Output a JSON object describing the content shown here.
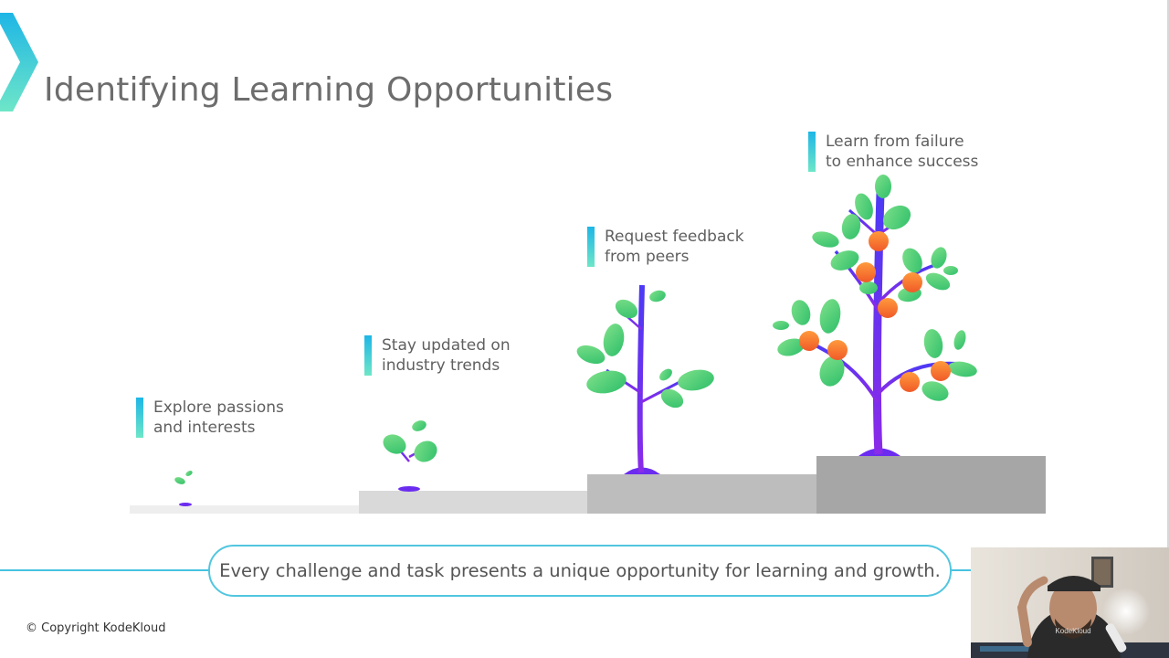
{
  "slide": {
    "title": "Identifying Learning Opportunities",
    "steps": [
      {
        "line1": "Explore passions",
        "line2": "and interests"
      },
      {
        "line1": "Stay updated on",
        "line2": "industry trends"
      },
      {
        "line1": "Request feedback",
        "line2": "from peers"
      },
      {
        "line1": "Learn from failure",
        "line2": "to enhance success"
      }
    ],
    "banner": "Every challenge and task presents a unique opportunity for learning and growth.",
    "copyright": "© Copyright KodeKloud"
  },
  "webcam": {
    "shirt_text": "KodeKloud"
  },
  "colors": {
    "accent_teal": "#47c3e0",
    "gradient_top": "#1eb6e6",
    "gradient_bottom": "#6ee6c8",
    "leaf_green": "#4fd07a",
    "stem_purple": "#6b2cf0",
    "fruit_orange": "#ff7a2a",
    "step_1": "#eeeeee",
    "step_2": "#d9d9d9",
    "step_3": "#bdbdbd",
    "step_4": "#a6a6a6"
  },
  "icons": [
    "chevron-logo-icon",
    "sprout-icon",
    "seedling-icon",
    "young-tree-icon",
    "fruit-tree-icon"
  ]
}
